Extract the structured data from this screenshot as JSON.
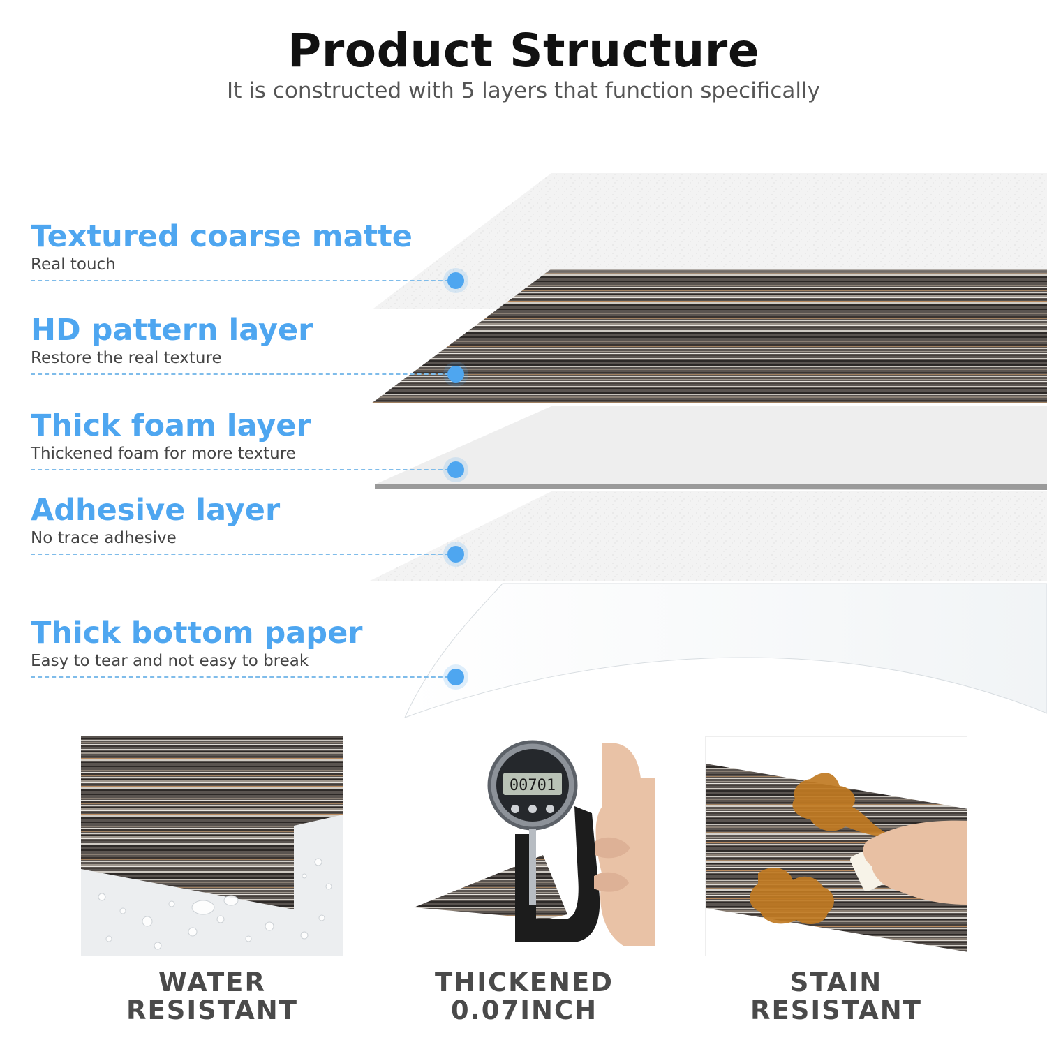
{
  "header": {
    "title": "Product Structure",
    "subtitle": "It is constructed with 5 layers that function specifically"
  },
  "layers": [
    {
      "heading": "Textured coarse matte",
      "description": "Real touch"
    },
    {
      "heading": "HD pattern layer",
      "description": "Restore the real texture"
    },
    {
      "heading": "Thick foam layer",
      "description": "Thickened foam for more texture"
    },
    {
      "heading": "Adhesive layer",
      "description": "No trace adhesive"
    },
    {
      "heading": "Thick bottom paper",
      "description": "Easy to tear and not easy to break"
    }
  ],
  "features": [
    {
      "label_line1": "WATER",
      "label_line2": "RESISTANT",
      "photo": "water-droplets-on-plank"
    },
    {
      "label_line1": "THICKENED 0.07INCH",
      "label_line2": "",
      "photo": "digital-thickness-gauge",
      "gauge_reading": "00701"
    },
    {
      "label_line1": "STAIN",
      "label_line2": "RESISTANT",
      "photo": "stain-wiped-from-plank"
    }
  ],
  "colors": {
    "accent": "#4ea6f0",
    "title": "#111111",
    "subtitle": "#555555",
    "wood_dark": "#3a3633",
    "wood_light": "#b9b4ae"
  }
}
